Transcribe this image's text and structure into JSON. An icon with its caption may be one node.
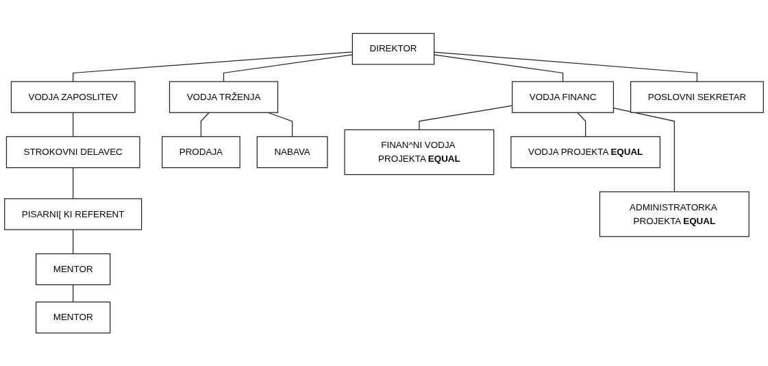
{
  "diagram": {
    "nodes": [
      {
        "text": [
          "DIREKTOR"
        ]
      },
      {
        "text": [
          "VODJA ZAPOSLITEV"
        ]
      },
      {
        "text": [
          "VODJA TRŽENJA"
        ]
      },
      {
        "text": [
          "VODJA FINANC"
        ]
      },
      {
        "text": [
          "POSLOVNI SEKRETAR"
        ]
      },
      {
        "text": [
          "STROKOVNI DELAVEC"
        ]
      },
      {
        "text": [
          "PRODAJA"
        ]
      },
      {
        "text": [
          "NABAVA"
        ]
      },
      {
        "text": [
          "FINAN^NI VODJA PROJEKTA **EQUAL**"
        ]
      },
      {
        "text": [
          "VODJA PROJEKTA **EQUAL**"
        ]
      },
      {
        "text": [
          "PISARNI[ KI REFERENT"
        ]
      },
      {
        "text": [
          "ADMINISTRATORKA PROJEKTA **EQUAL**"
        ]
      },
      {
        "text": [
          "MENTOR"
        ]
      },
      {
        "text": [
          "MENTOR"
        ]
      }
    ],
    "edges": [
      {
        "from": 0,
        "to": 1,
        "arrow": "none"
      },
      {
        "from": 0,
        "to": 2,
        "arrow": "none"
      },
      {
        "from": 0,
        "to": 3,
        "arrow": "none"
      },
      {
        "from": 0,
        "to": 4,
        "arrow": "none"
      },
      {
        "from": 1,
        "to": 5,
        "arrow": "none"
      },
      {
        "from": 2,
        "to": 6,
        "arrow": "none"
      },
      {
        "from": 2,
        "to": 7,
        "arrow": "none"
      },
      {
        "from": 3,
        "to": 8,
        "arrow": "none"
      },
      {
        "from": 3,
        "to": 9,
        "arrow": "none"
      },
      {
        "from": 3,
        "to": 11,
        "arrow": "none"
      },
      {
        "from": 5,
        "to": 10,
        "arrow": "none"
      },
      {
        "from": 10,
        "to": 12,
        "arrow": "none"
      },
      {
        "from": 12,
        "to": 13,
        "arrow": "none"
      }
    ]
  }
}
